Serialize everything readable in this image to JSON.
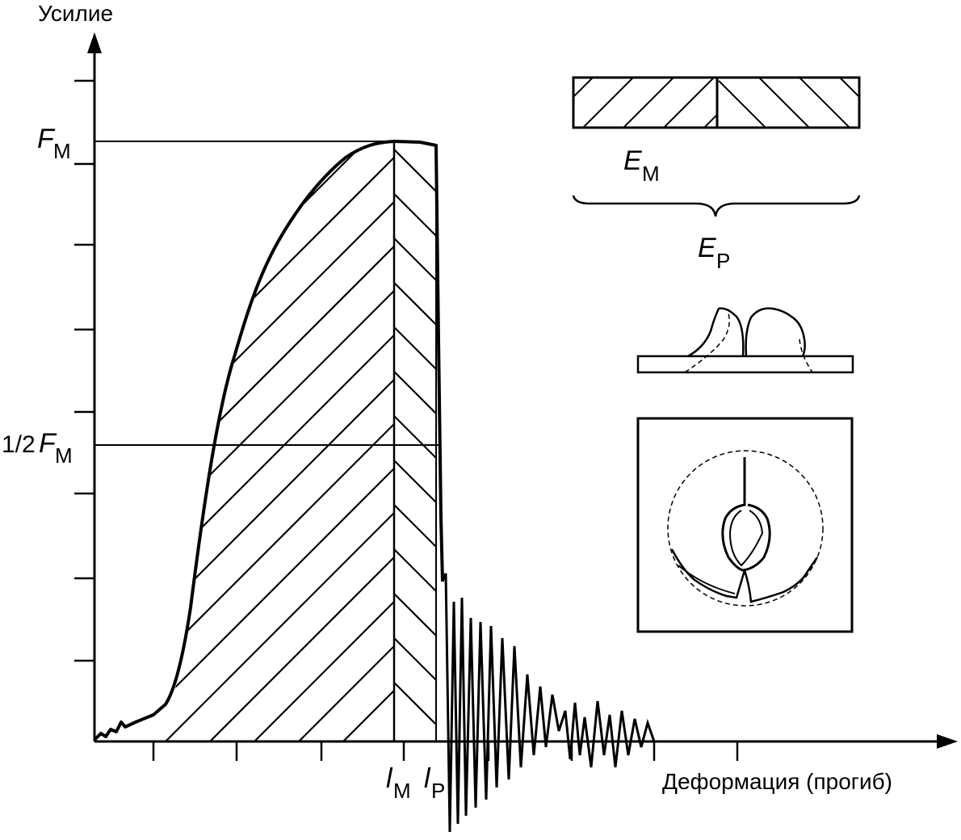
{
  "axes": {
    "y_label": "Усилие",
    "x_label": "Деформация (прогиб)"
  },
  "markers": {
    "f_max": {
      "symbol": "F",
      "sub": "M"
    },
    "half_f_max": {
      "prefix": "1/2",
      "symbol": "F",
      "sub": "M"
    },
    "l_max": {
      "symbol": "l",
      "sub": "M"
    },
    "l_p": {
      "symbol": "l",
      "sub": "P"
    }
  },
  "energy": {
    "e_max": {
      "symbol": "E",
      "sub": "M"
    },
    "e_p": {
      "symbol": "E",
      "sub": "P"
    }
  },
  "colors": {
    "ink": "#000000",
    "paper": "#ffffff"
  }
}
